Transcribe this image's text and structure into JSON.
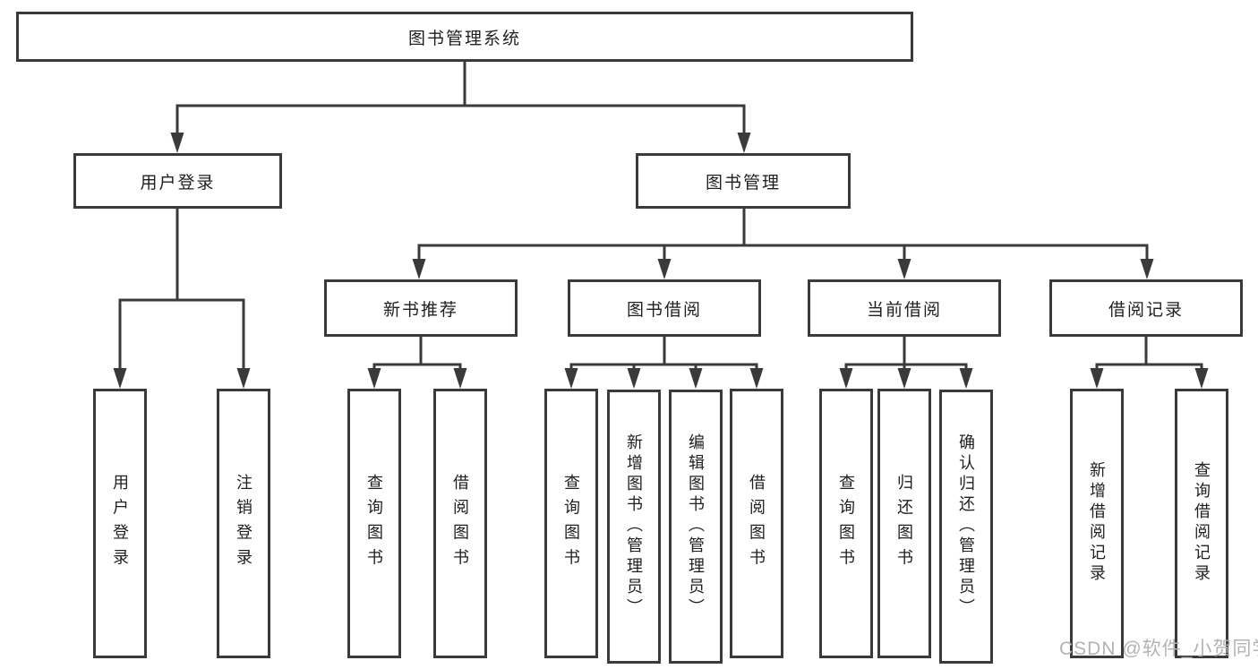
{
  "diagram": {
    "watermark": "CSDN @软件_小贺同学",
    "colors": {
      "line": "#3a3a3a",
      "background": "#ffffff",
      "text": "#1f1f1f",
      "watermark": "#b3b3b3"
    },
    "nodes": {
      "root": {
        "label": "图书管理系统",
        "level": 0
      },
      "user_login": {
        "label": "用户登录",
        "level": 1,
        "parent": "root"
      },
      "book_mgmt": {
        "label": "图书管理",
        "level": 1,
        "parent": "root"
      },
      "new_book_rec": {
        "label": "新书推荐",
        "level": 2,
        "parent": "book_mgmt"
      },
      "book_borrow": {
        "label": "图书借阅",
        "level": 2,
        "parent": "book_mgmt"
      },
      "current_borrow": {
        "label": "当前借阅",
        "level": 2,
        "parent": "book_mgmt"
      },
      "borrow_records": {
        "label": "借阅记录",
        "level": 2,
        "parent": "book_mgmt"
      },
      "leaf_user_login": {
        "label": "用户登录",
        "level": 3,
        "parent": "user_login"
      },
      "leaf_logout": {
        "label": "注销登录",
        "level": 3,
        "parent": "user_login"
      },
      "leaf_query_book_1": {
        "label": "查询图书",
        "level": 3,
        "parent": "new_book_rec"
      },
      "leaf_borrow_book_1": {
        "label": "借阅图书",
        "level": 3,
        "parent": "new_book_rec"
      },
      "leaf_query_book_2": {
        "label": "查询图书",
        "level": 3,
        "parent": "book_borrow"
      },
      "leaf_add_book": {
        "label": "新增图书（管理员）",
        "level": 3,
        "parent": "book_borrow"
      },
      "leaf_edit_book": {
        "label": "编辑图书（管理员）",
        "level": 3,
        "parent": "book_borrow"
      },
      "leaf_borrow_book_2": {
        "label": "借阅图书",
        "level": 3,
        "parent": "book_borrow"
      },
      "leaf_query_book_3": {
        "label": "查询图书",
        "level": 3,
        "parent": "current_borrow"
      },
      "leaf_return_book": {
        "label": "归还图书",
        "level": 3,
        "parent": "current_borrow"
      },
      "leaf_confirm_return": {
        "label": "确认归还（管理员）",
        "level": 3,
        "parent": "current_borrow"
      },
      "leaf_add_borrow_record": {
        "label": "新增借阅记录",
        "level": 3,
        "parent": "borrow_records"
      },
      "leaf_query_borrow_record": {
        "label": "查询借阅记录",
        "level": 3,
        "parent": "borrow_records"
      }
    }
  }
}
